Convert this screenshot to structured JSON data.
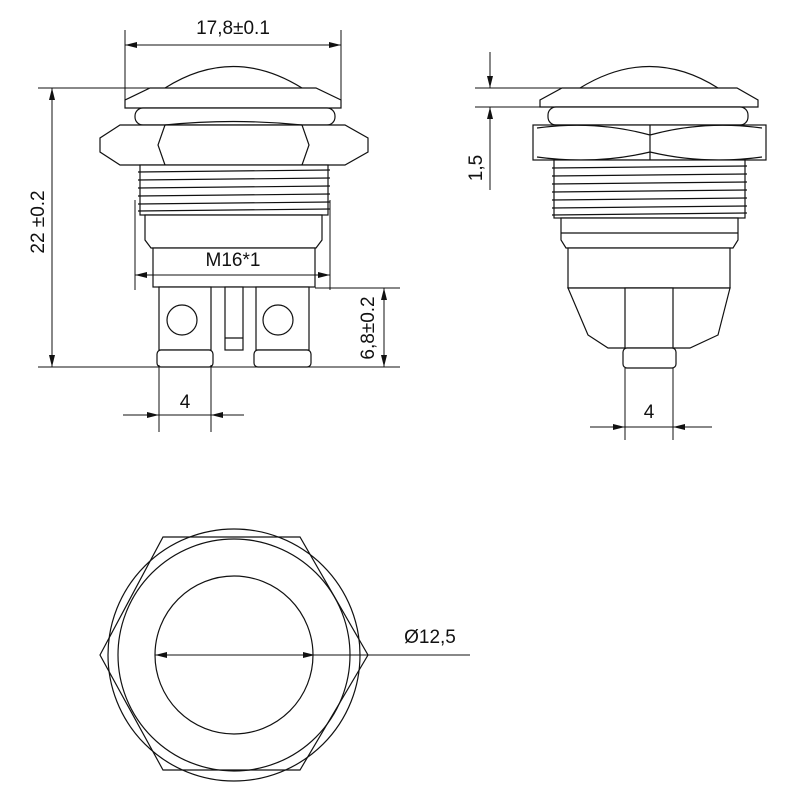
{
  "drawing": {
    "front_view": {
      "head_diameter": "17,8±0.1",
      "total_height": "22 ±0.2",
      "thread": "M16*1",
      "terminal_length": "6,8±0.2",
      "terminal_width": "4"
    },
    "side_view": {
      "flange_thickness": "1,5",
      "terminal_width": "4"
    },
    "bottom_view": {
      "button_diameter": "Ø12,5"
    },
    "line_color": "#111111"
  }
}
